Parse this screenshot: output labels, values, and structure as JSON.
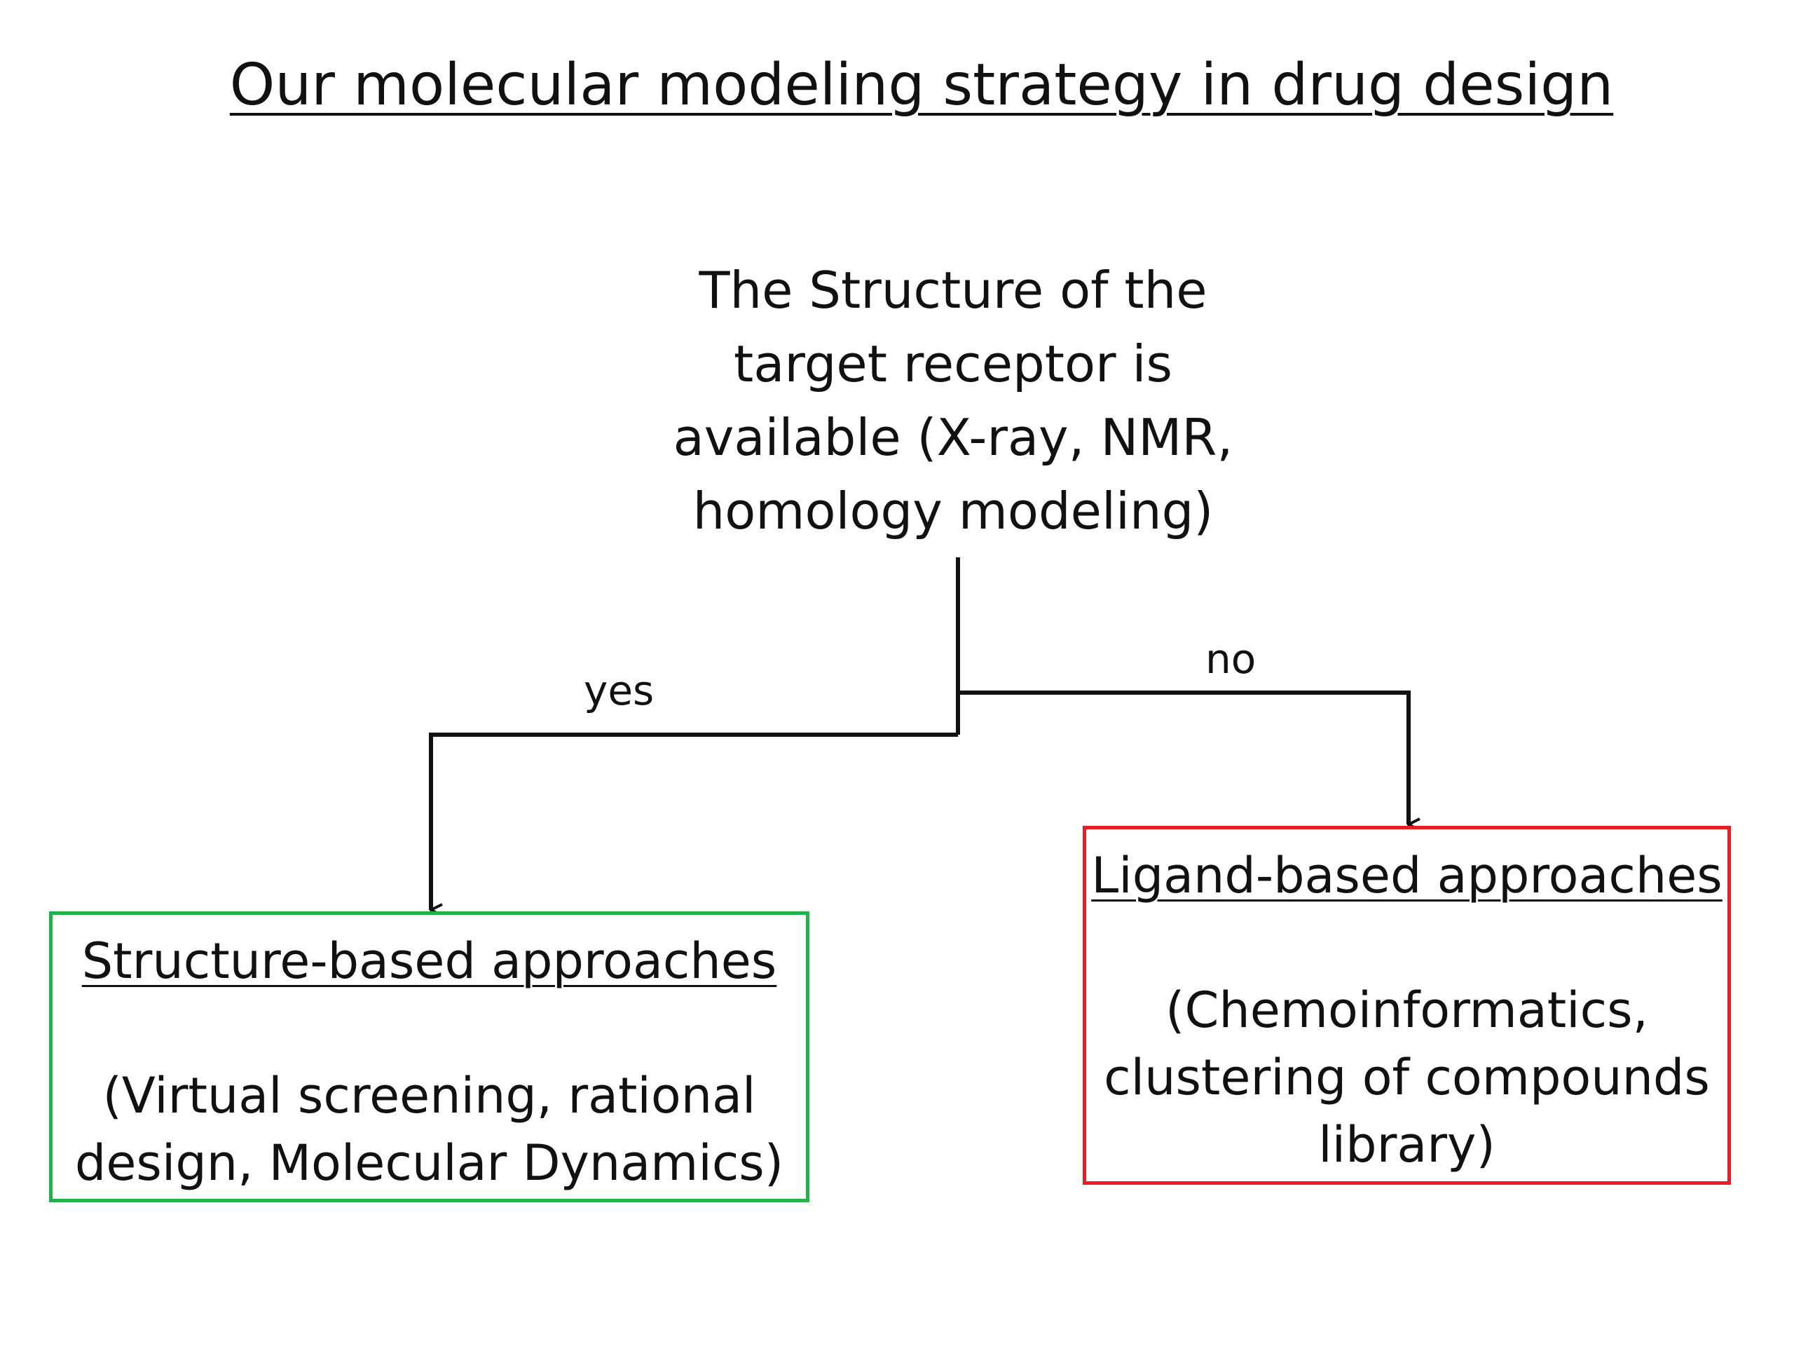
{
  "title": "Our molecular modeling strategy in drug design",
  "question": {
    "lines": [
      "The Structure of the",
      "target receptor is",
      "available (X-ray, NMR,",
      "homology modeling)"
    ]
  },
  "branches": {
    "yes_label": "yes",
    "no_label": "no"
  },
  "structure_box": {
    "heading": "Structure-based approaches",
    "body_lines": [
      "(Virtual screening, rational",
      "design, Molecular Dynamics)"
    ],
    "border_color": "#22b14c"
  },
  "ligand_box": {
    "heading": "Ligand-based approaches",
    "body_lines": [
      "(Chemoinformatics,",
      "clustering of compounds",
      "library)"
    ],
    "border_color": "#ed1c24"
  }
}
